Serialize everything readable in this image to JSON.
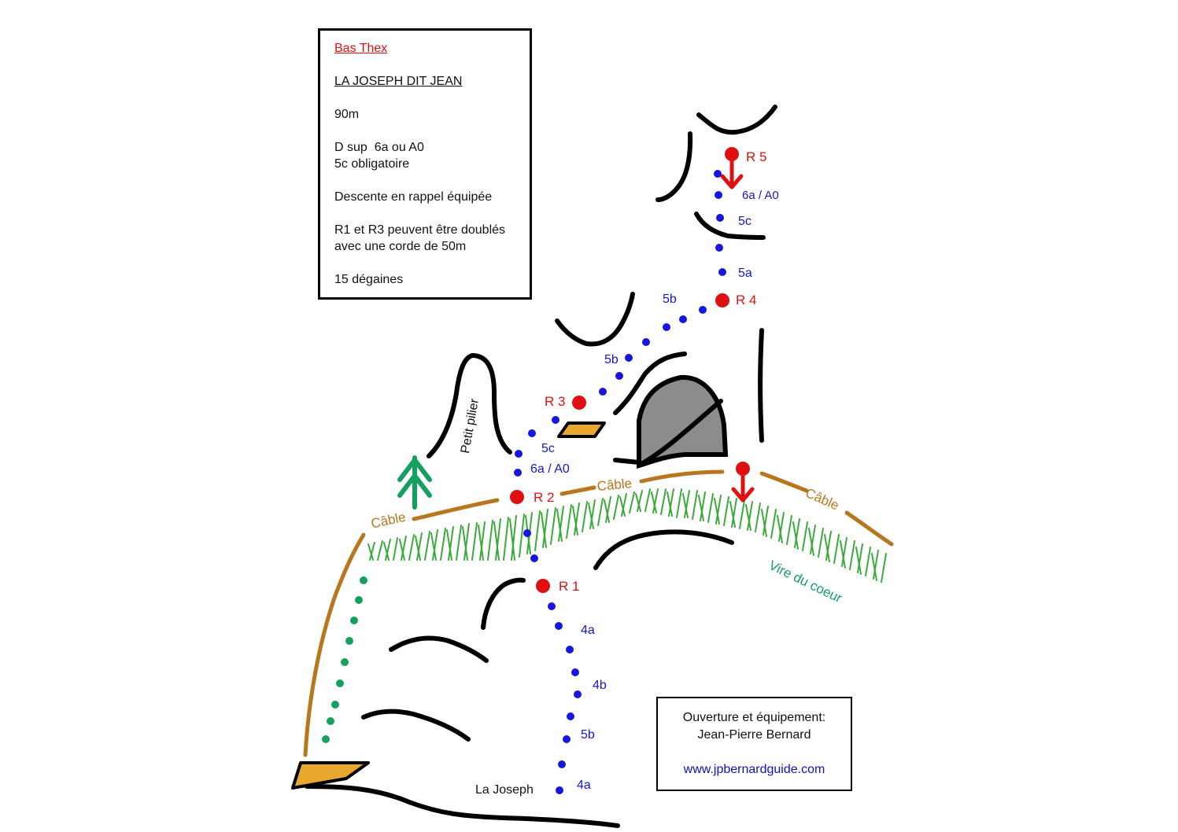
{
  "info": {
    "sector": "Bas Thex",
    "route": "LA JOSEPH DIT JEAN",
    "length": "90m",
    "grade_line1": "D sup  6a ou A0",
    "grade_line2": "5c obligatoire",
    "descent": "Descente en rappel équipée",
    "rappel_line1": "R1 et R3 peuvent être doublés",
    "rappel_line2": "avec une corde de 50m",
    "quickdraws": "15 dégaines"
  },
  "credit": {
    "line1": "Ouverture et équipement:",
    "line2": "Jean-Pierre Bernard",
    "url": "www.jpbernardguide.com"
  },
  "relays": {
    "r1": "R 1",
    "r2": "R 2",
    "r3": "R 3",
    "r4": "R 4",
    "r5": "R 5"
  },
  "grades": {
    "p1_a": "4a",
    "p1_b": "4b",
    "p1_c": "5b",
    "p1_d": "4a",
    "p3_a": "6a / A0",
    "p3_b": "5c",
    "p4_a": "5b",
    "p4_b": "5b",
    "p5_a": "5a",
    "p5_b": "5c",
    "p5_c": "6a / A0"
  },
  "features": {
    "cable_left": "Câble",
    "cable_middle": "Câble",
    "cable_right": "Câble",
    "ledge": "Vire du coeur",
    "pillar": "Petit pilier",
    "start": "La Joseph"
  },
  "colors": {
    "relay": "#e01010",
    "bolt": "#1616e0",
    "cable": "#b8761e",
    "approach": "#16a060",
    "platform": "#e8a830",
    "cave": "#8c8c8c",
    "grass": "#3aaa3a"
  }
}
